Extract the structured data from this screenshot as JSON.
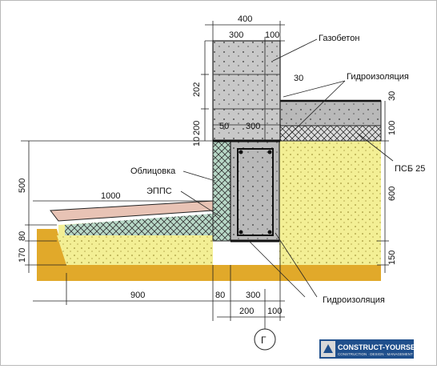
{
  "dimensions": {
    "wall_width": "400",
    "block": "300",
    "insul": "100",
    "v202": "202",
    "v30": "30",
    "v200": "200",
    "v10": "10",
    "gap50": "50",
    "beam": "300",
    "v500": "500",
    "v1000": "1000",
    "v600": "600",
    "v80": "80",
    "v170": "170",
    "v30r": "30",
    "v100r": "100",
    "v150": "150",
    "b900": "900",
    "b80": "80",
    "b300": "300",
    "b200": "200",
    "b100": "100"
  },
  "labels": {
    "gazobeton": "Газобетон",
    "gidro_top": "Гидроизоляция",
    "psb": "ПСБ 25",
    "oblitsovka": "Облицовка",
    "epps": "ЭППС",
    "gidro_bottom": "Гидроизоляция",
    "axis": "Г"
  },
  "logo": {
    "title": "CONSTRUCT-YOURSELF",
    "subtitle": "CONSTRUCTION · DESIGN · MANAGEMENT"
  },
  "colors": {
    "gas_concrete": "#c8c8c8",
    "concrete": "#b9b9b9",
    "sand": "#f3ef95",
    "soil": "#e1a92a",
    "pavement": "#e8c3b5",
    "insulation": "#b8d8c7",
    "lines": "#1a1a1a"
  }
}
